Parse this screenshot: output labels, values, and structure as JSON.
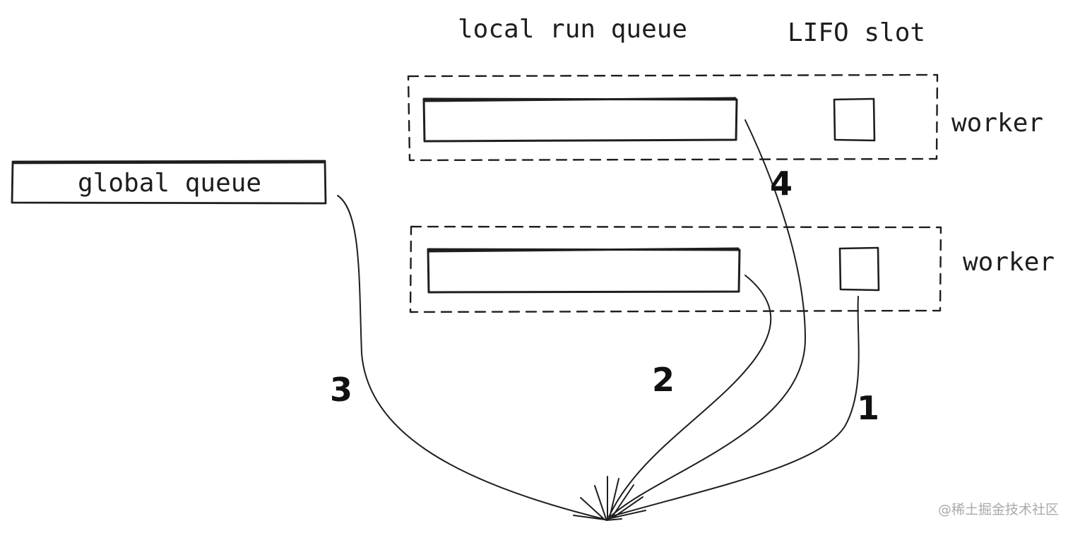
{
  "labels": {
    "local_run_queue": "local run queue",
    "lifo_slot": "LIFO slot",
    "global_queue": "global queue",
    "worker_top": "worker",
    "worker_bottom": "worker"
  },
  "steps": [
    "1",
    "2",
    "3",
    "4"
  ],
  "watermark": "@稀土掘金技术社区",
  "colors": {
    "ink": "#1e1e1e",
    "background": "#ffffff",
    "watermark": "#a9a9a9"
  }
}
